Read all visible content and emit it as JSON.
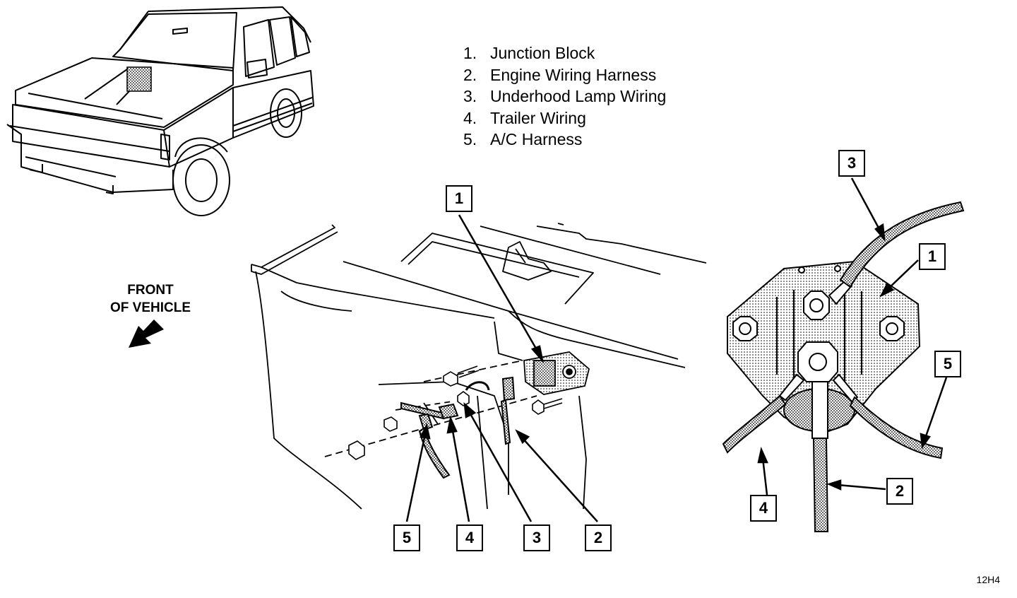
{
  "legend": [
    {
      "num": "1.",
      "label": "Junction Block"
    },
    {
      "num": "2.",
      "label": "Engine Wiring Harness"
    },
    {
      "num": "3.",
      "label": "Underhood Lamp Wiring"
    },
    {
      "num": "4.",
      "label": "Trailer Wiring"
    },
    {
      "num": "5.",
      "label": "A/C Harness"
    }
  ],
  "direction": {
    "line1": "FRONT",
    "line2": "OF VEHICLE"
  },
  "callouts": {
    "main": [
      "1",
      "2",
      "3",
      "4",
      "5"
    ],
    "detail": [
      "1",
      "2",
      "3",
      "4",
      "5"
    ]
  },
  "figure_code": "12H4",
  "colors": {
    "ink": "#000000",
    "shade": "#8a8a8a",
    "paper": "#ffffff"
  }
}
